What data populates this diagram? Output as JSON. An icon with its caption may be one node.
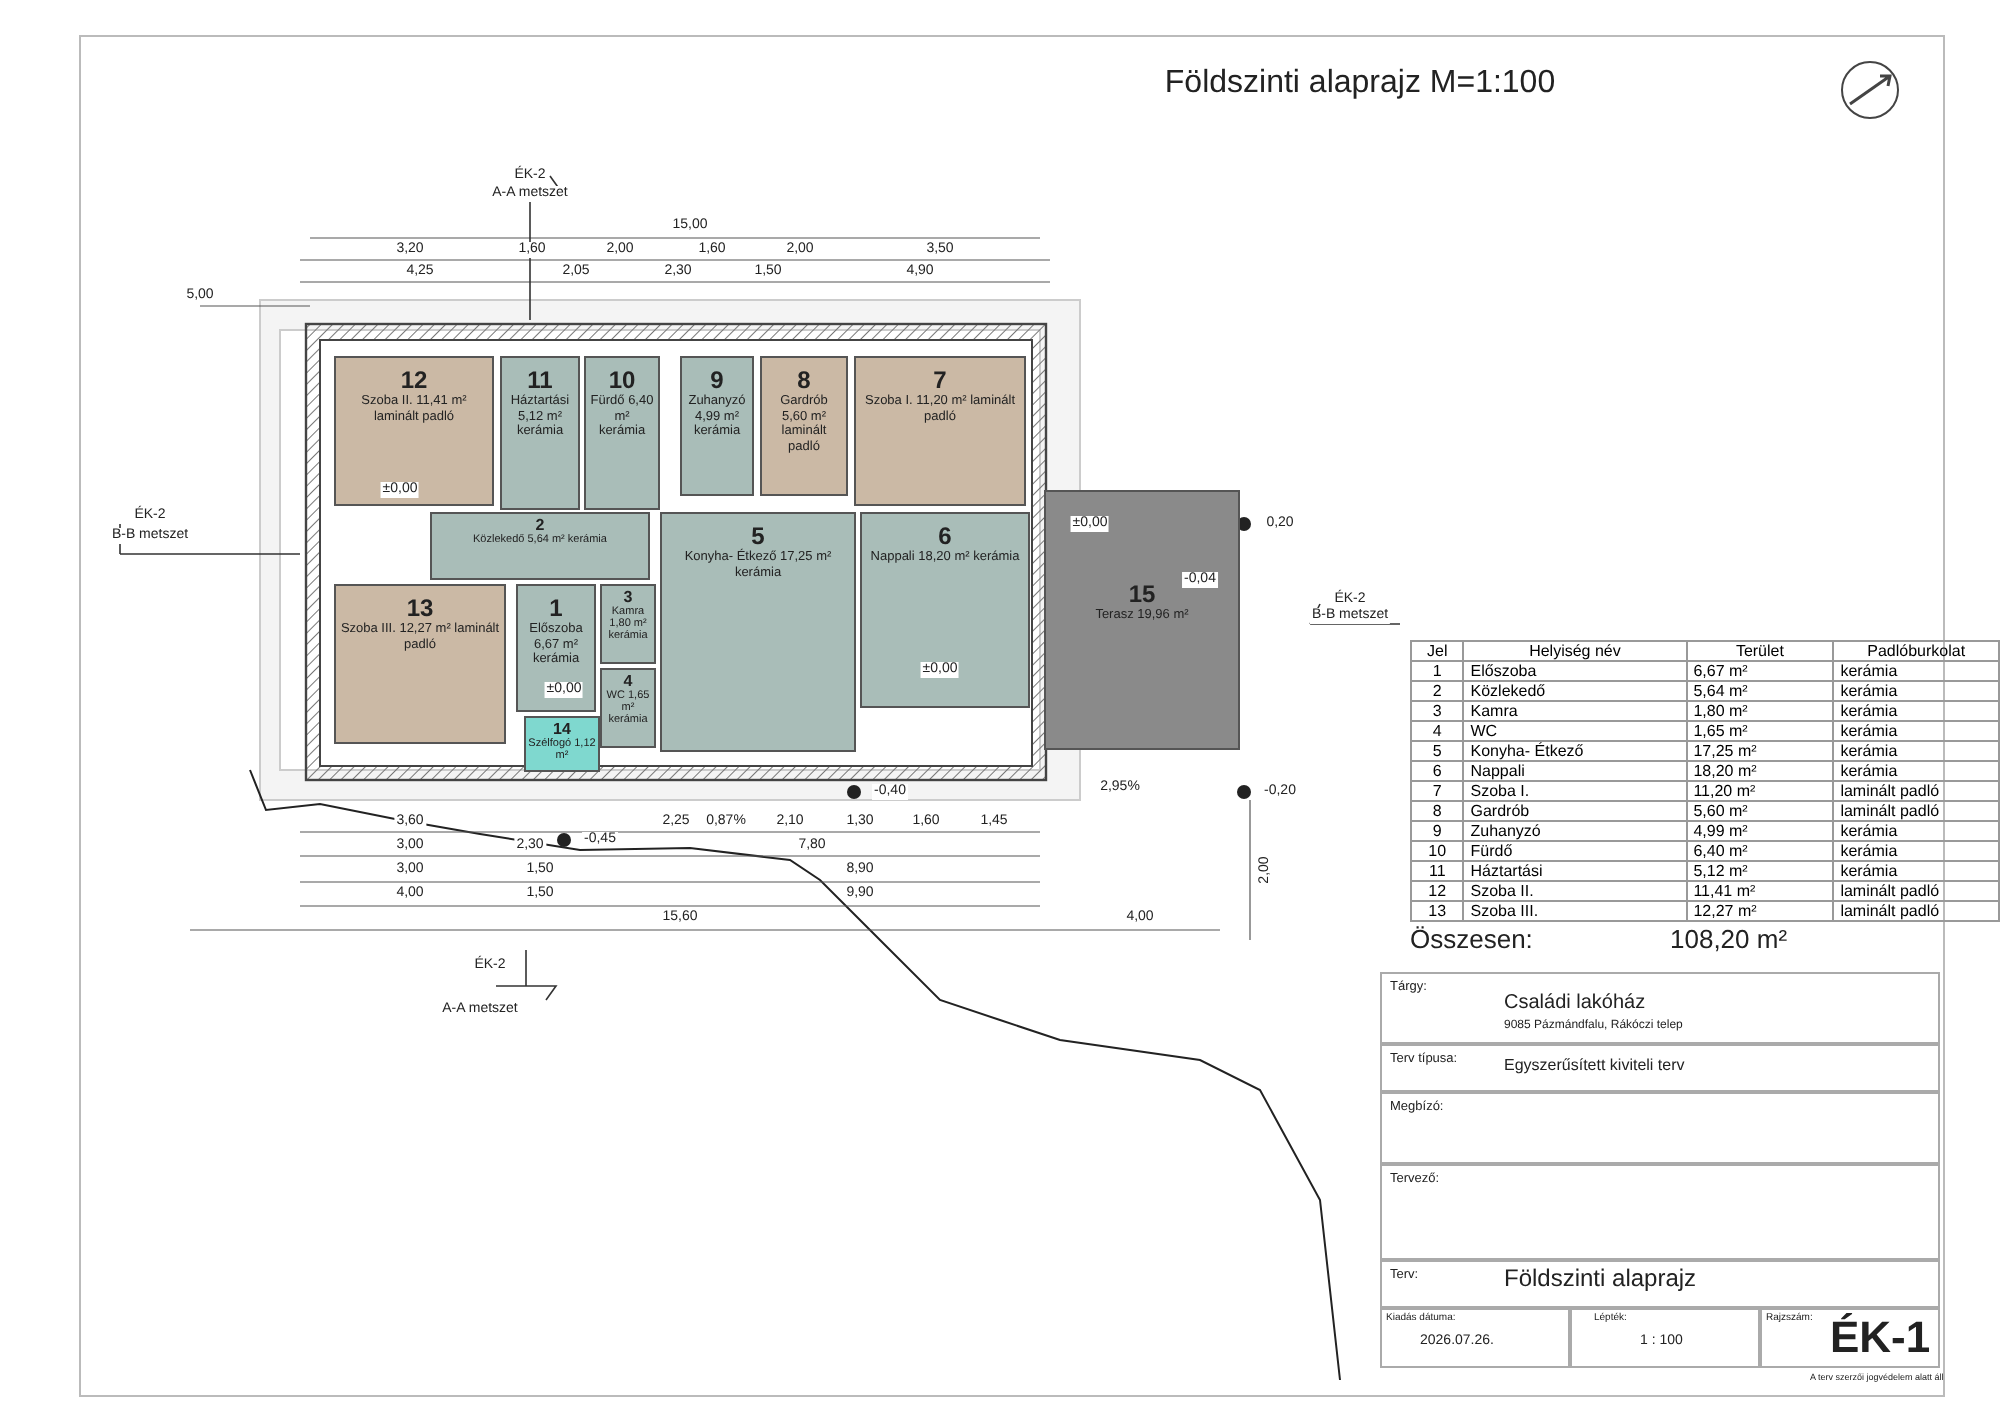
{
  "diagram": {
    "nodes": [
      {
        "text": [
          "12",
          "Szoba II. 11,41 m² laminált padló"
        ]
      },
      {
        "text": [
          "11",
          "Háztartási 5,12 m² kerámia"
        ]
      },
      {
        "text": [
          "10",
          "Fürdő 6,40 m² kerámia"
        ]
      },
      {
        "text": [
          "9",
          "Zuhanyzó 4,99 m² kerámia"
        ]
      },
      {
        "text": [
          "8",
          "Gardrób 5,60 m² laminált padló"
        ]
      },
      {
        "text": [
          "7",
          "Szoba I. 11,20 m² laminált padló"
        ]
      },
      {
        "text": [
          "2",
          "Közlekedő 5,64 m² kerámia"
        ]
      },
      {
        "text": [
          "6",
          "Nappali 18,20 m² kerámia"
        ]
      },
      {
        "text": [
          "13",
          "Szoba III. 12,27 m² laminált padló"
        ]
      },
      {
        "text": [
          "1",
          "Előszoba 6,67 m² kerámia"
        ]
      },
      {
        "text": [
          "3",
          "Kamra 1,80 m² kerámia"
        ]
      },
      {
        "text": [
          "5",
          "Konyha- Étkező 17,25 m² kerámia"
        ]
      },
      {
        "text": [
          "4",
          "WC 1,65 m² kerámia"
        ]
      },
      {
        "text": [
          "14",
          "Szélfogó 1,12 m²"
        ]
      },
      {
        "text": [
          "15",
          "Terasz 19,96 m²"
        ]
      }
    ],
    "labels": [
      "Földszinti alaprajz M=1:100",
      "ÉK-2",
      "A-A metszet",
      "15,00",
      "3,20",
      "1,60",
      "2,00",
      "1,60",
      "2,00",
      "3,50",
      "4,25",
      "2,05",
      "2,30",
      "1,50",
      "4,90",
      "5,00",
      "ÉK-2",
      "B-B metszet",
      "ÉK-2",
      "B-B metszet",
      "±0,00",
      "±0,00",
      "±0,00",
      "±0,00",
      "-0,04",
      "0,20",
      "-0,40",
      "-0,20",
      "-0,45",
      "2,95%",
      "3,60",
      "2,25",
      "0,87%",
      "2,10",
      "1,30",
      "1,60",
      "1,45",
      "3,00",
      "2,30",
      "7,80",
      "3,00",
      "1,50",
      "8,90",
      "4,00",
      "1,50",
      "9,90",
      "15,60",
      "4,00",
      "2,00",
      "ÉK-2",
      "A-A metszet",
      "Jel",
      "Helyiség név",
      "Terület",
      "Padlóburkolat",
      "1",
      "Előszoba",
      "6,67 m²",
      "kerámia",
      "2",
      "Közlekedő",
      "5,64 m²",
      "kerámia",
      "3",
      "Kamra",
      "1,80 m²",
      "kerámia",
      "4",
      "WC",
      "1,65 m²",
      "kerámia",
      "5",
      "Konyha- Étkező",
      "17,25 m²",
      "kerámia",
      "6",
      "Nappali",
      "18,20 m²",
      "kerámia",
      "7",
      "Szoba I.",
      "11,20 m²",
      "laminált padló",
      "8",
      "Gardrób",
      "5,60 m²",
      "laminált padló",
      "9",
      "Zuhanyzó",
      "4,99 m²",
      "kerámia",
      "10",
      "Fürdő",
      "6,40 m²",
      "kerámia",
      "11",
      "Háztartási",
      "5,12 m²",
      "kerámia",
      "12",
      "Szoba II.",
      "11,41 m²",
      "laminált padló",
      "13",
      "Szoba III.",
      "12,27 m²",
      "laminált padló",
      "Összesen:",
      "108,20 m²",
      "Tárgy:",
      "Családi lakóház",
      "9085 Pázmándfalu, Rákóczi telep",
      "Terv típusa:",
      "Egyszerűsített kiviteli terv",
      "Megbízó:",
      "Tervező:",
      "Terv:",
      "Földszinti alaprajz",
      "Kiadás dátuma:",
      "2026.07.26.",
      "Lépték:",
      "1 : 100",
      "Rajzszám:",
      "ÉK-1",
      "A terv szerzői jogvédelem alatt áll"
    ]
  }
}
